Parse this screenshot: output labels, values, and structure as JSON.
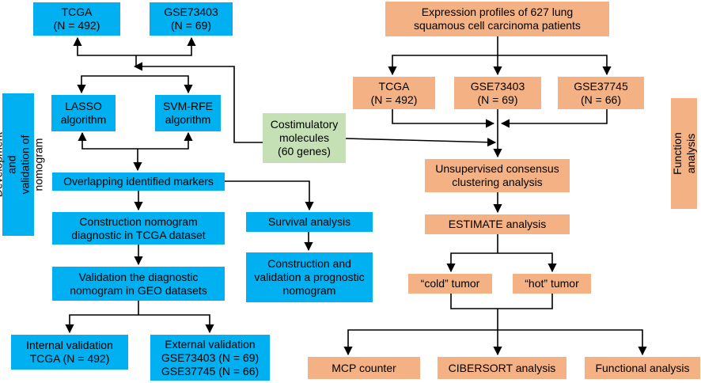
{
  "left": {
    "side_label": "Development and\nvalidation of nomogram",
    "tcga": "TCGA\n(N = 492)",
    "gse73403": "GSE73403\n(N = 69)",
    "lasso": "LASSO\nalgorithm",
    "svm": "SVM-RFE\nalgorithm",
    "overlap": "Overlapping identified markers",
    "construction": "Construction nomogram\ndiagnostic in TCGA dataset",
    "validation": "Validation the diagnostic\nnomogram in GEO datasets",
    "internal": "Internal validation\nTCGA (N = 492)",
    "external": "External validation\nGSE73403 (N = 69)\nGSE37745 (N = 66)",
    "survival": "Survival analysis",
    "prognostic": "Construction and\nvalidation a prognostic\nnomogram"
  },
  "center": {
    "costim": "Costimulatory\nmolecules\n(60 genes)"
  },
  "right": {
    "side_label": "Function analysis",
    "profiles": "Expression profiles of 627 lung\nsquamous cell carcinoma patients",
    "tcga": "TCGA\n(N = 492)",
    "gse73403": "GSE73403\n(N = 69)",
    "gse37745": "GSE37745\n(N = 66)",
    "clustering": "Unsupervised consensus\nclustering analysis",
    "estimate": "ESTIMATE analysis",
    "cold": "“cold” tumor",
    "hot": "“hot” tumor",
    "mcp": "MCP counter",
    "cibersort": "CIBERSORT analysis",
    "functional": "Functional analysis"
  },
  "colors": {
    "left_boxes": "#00b0f0",
    "right_boxes": "#f4b183",
    "center_box": "#c5e0b4"
  }
}
